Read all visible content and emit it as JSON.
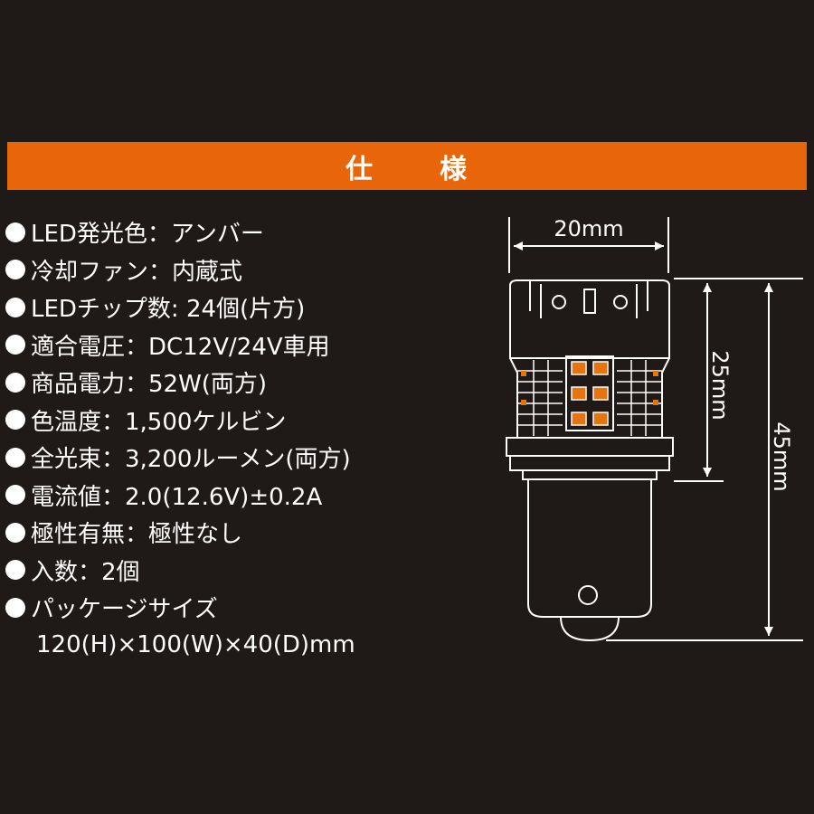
{
  "header": {
    "title_chars": [
      "仕",
      "様"
    ]
  },
  "specs": [
    {
      "text": "LED発光色：アンバー"
    },
    {
      "text": "冷却ファン：内蔵式"
    },
    {
      "text": "LEDチップ数: 24個(片方)"
    },
    {
      "text": "適合電圧：DC12V/24V車用"
    },
    {
      "text": "商品電力：52W(両方)"
    },
    {
      "text": "色温度：1,500ケルビン"
    },
    {
      "text": "全光束：3,200ルーメン(両方)"
    },
    {
      "text": "電流値：2.0(12.6V)±0.2A"
    },
    {
      "text": "極性有無：極性なし"
    },
    {
      "text": "入数：2個"
    },
    {
      "text": "パッケージサイズ",
      "continuation": "120(H)×100(W)×40(D)mm"
    }
  ],
  "dimensions": {
    "width": "20mm",
    "head_height": "25mm",
    "total_height": "45mm"
  },
  "colors": {
    "background": "#1f1a17",
    "banner": "#e8650a",
    "text": "#ffffff",
    "led": "#e8740f"
  }
}
